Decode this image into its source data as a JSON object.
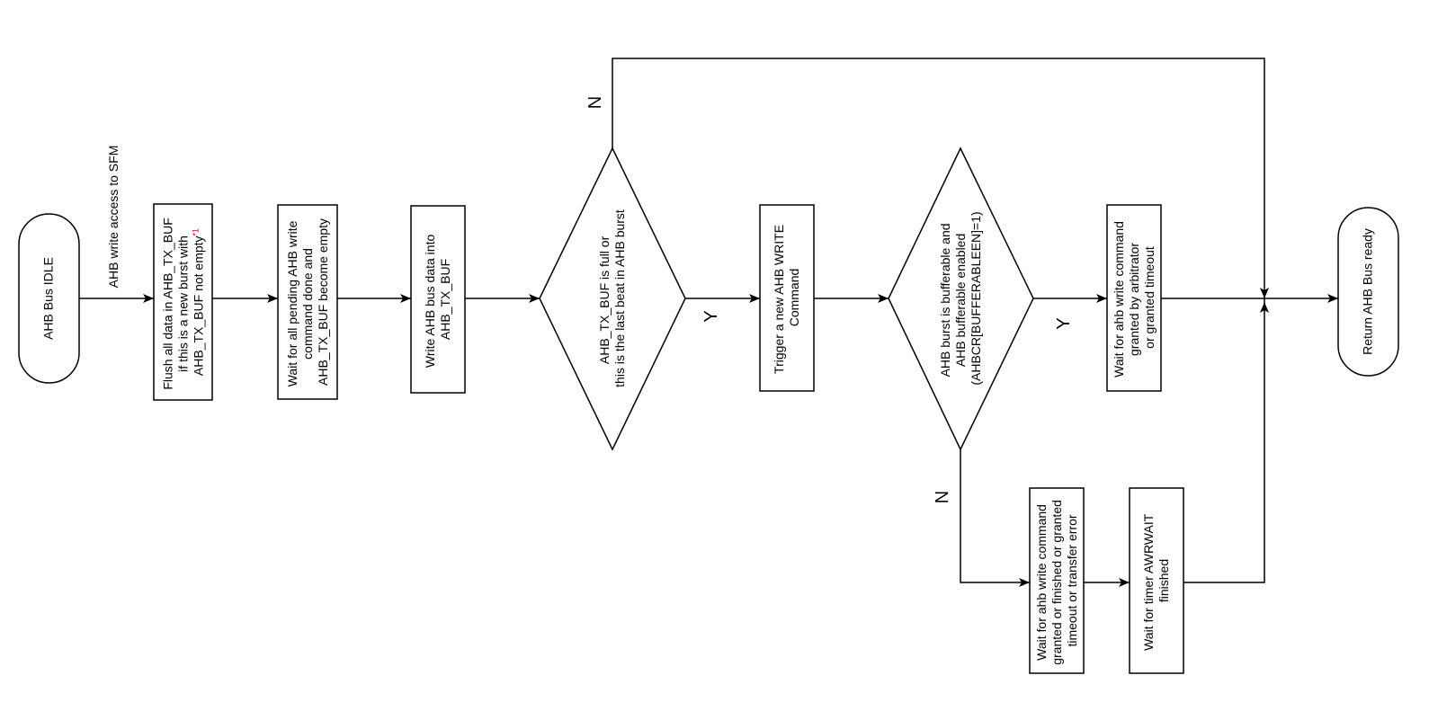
{
  "diagram": {
    "nodes": {
      "start": {
        "text": "AHB Bus IDLE"
      },
      "flush": {
        "lines": [
          "Flush all data in AHB_TX_BUF",
          "if this is a new burst with",
          "AHB_TX_BUF not empty"
        ],
        "note": "*1"
      },
      "wait_pending": {
        "lines": [
          "Wait for all pending AHB write",
          "command done and",
          "AHB_TX_BUF become  empty"
        ]
      },
      "write_buf": {
        "lines": [
          "Write AHB bus data into",
          "AHB_TX_BUF"
        ]
      },
      "decision_full": {
        "lines": [
          "AHB_TX_BUF is full or",
          "this is the last beat in AHB burst"
        ]
      },
      "trigger": {
        "lines": [
          "Trigger a new AHB WRITE",
          "Command"
        ]
      },
      "decision_bufferable": {
        "lines": [
          "AHB burst is bufferable and",
          "AHB bufferable enabled",
          "(AHBCR[BUFFERABLEEN]=1)"
        ]
      },
      "wait_arbiter": {
        "lines": [
          "Wait for ahb write command",
          "granted by arbitrator",
          "or granted timeout"
        ]
      },
      "wait_finish": {
        "lines": [
          "Wait for ahb write command",
          "granted or finished or granted",
          "timeout or transfer error"
        ]
      },
      "wait_timer": {
        "lines": [
          "Wait for timer AWRWAIT",
          "finished"
        ]
      },
      "end": {
        "text": "Return AHB Bus ready"
      }
    },
    "edge_labels": {
      "entry": "AHB write access to SFM",
      "full_no": "N",
      "full_yes": "Y",
      "buf_yes": "Y",
      "buf_no": "N"
    }
  }
}
